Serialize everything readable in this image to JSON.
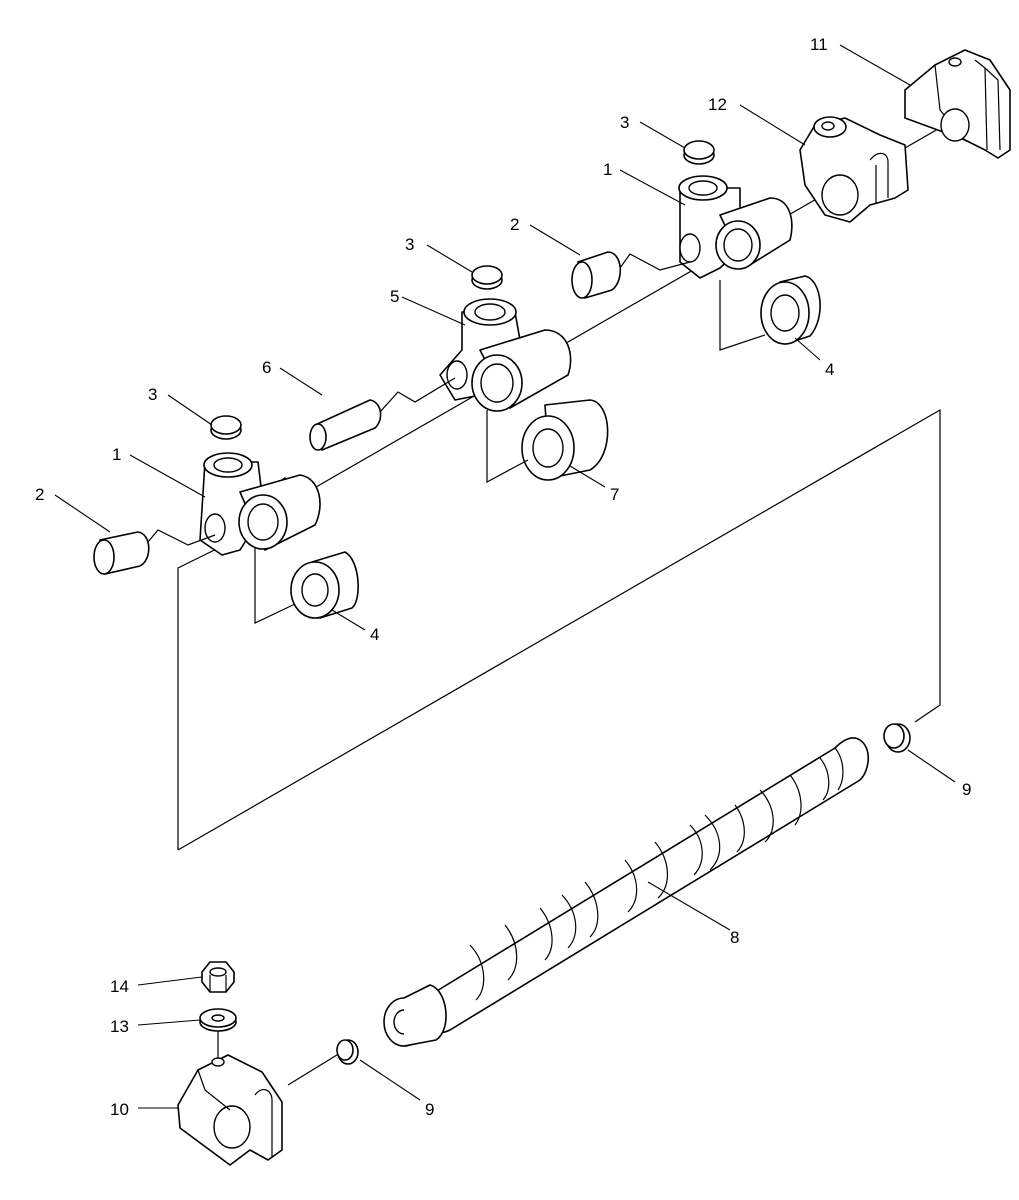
{
  "diagram": {
    "callouts": {
      "c1a": "1",
      "c1b": "1",
      "c2a": "2",
      "c2b": "2",
      "c3a": "3",
      "c3b": "3",
      "c3c": "3",
      "c4a": "4",
      "c4b": "4",
      "c5": "5",
      "c6": "6",
      "c7": "7",
      "c8": "8",
      "c9a": "9",
      "c9b": "9",
      "c10": "10",
      "c11": "11",
      "c12": "12",
      "c13": "13",
      "c14": "14"
    }
  }
}
